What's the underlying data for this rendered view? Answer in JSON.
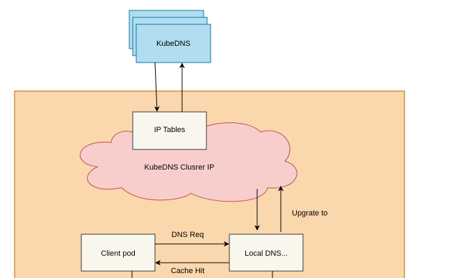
{
  "nodes": {
    "kubedns": {
      "label": "KubeDNS"
    },
    "ip_tables": {
      "label": "IP Tables"
    },
    "cluster_ip": {
      "label": "KubeDNS Clusrer IP"
    },
    "client_pod": {
      "label": "Client pod"
    },
    "local_dns": {
      "label": "Local DNS..."
    }
  },
  "edges": {
    "dns_req": {
      "label": "DNS Req"
    },
    "cache_hit": {
      "label": "Cache Hit"
    },
    "upgrate": {
      "label": "Upgrate to"
    }
  },
  "colors": {
    "container_fill": "#fad7ac",
    "container_stroke": "#b46504",
    "kubedns_fill": "#b1ddf0",
    "kubedns_stroke": "#10739e",
    "cloud_fill": "#f8cecc",
    "cloud_stroke": "#b85450",
    "box_fill": "#f9f7ed",
    "box_stroke": "#36393d",
    "arrow": "#000000"
  }
}
